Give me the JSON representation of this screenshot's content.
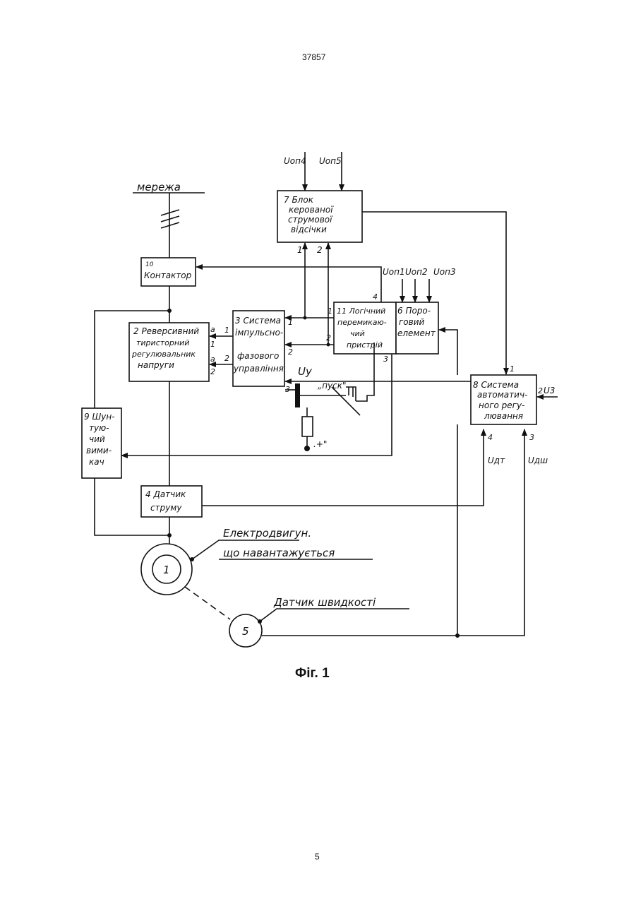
{
  "page": {
    "doc_number": "37857",
    "page_number": "5",
    "caption": "Фіг. 1"
  },
  "labels": {
    "network": "мережа",
    "motor_caption_1": "Електродвигун.",
    "motor_caption_2": "що навантажується",
    "speed_sensor_caption": "Датчик швидкості",
    "motor_number": "1",
    "speed_sensor_number": "5",
    "start_button": "„пуск\"",
    "plus_terminal": ".+\"",
    "u_y": "Uу",
    "u_dt": "Uдт",
    "u_dsh": "Uдш",
    "u3": "U3"
  },
  "blocks": {
    "b2": [
      "2 Реверсивний",
      "тиристорний",
      "регулювальник",
      "напруги"
    ],
    "b3": [
      "3 Система",
      "імпульсно-",
      "фазового",
      "управління"
    ],
    "b4": [
      "4 Датчик",
      "струму"
    ],
    "b6": [
      "6 Поро-",
      "говий",
      "елемент"
    ],
    "b7": [
      "7  Блок",
      "керованої",
      "струмової",
      "відсічки"
    ],
    "b8": [
      "8 Система",
      "автоматич-",
      "ного регу-",
      "лювання"
    ],
    "b9": [
      "9 Шун-",
      "тую-",
      "чий",
      "вими-",
      "кач"
    ],
    "b10": [
      "10",
      "Контактор"
    ],
    "b11": [
      "11 Логічний",
      "перемикаю-",
      "чий",
      "пристрій"
    ]
  },
  "signals": {
    "u_op4": "Uоп4",
    "u_op5": "Uоп5",
    "u_op1": "Uоп1",
    "u_op2": "Uоп2",
    "u_op3": "Uоп3"
  },
  "pins": {
    "b7_1": "1",
    "b7_2": "2",
    "b2_a1": "а",
    "b2_1": "1",
    "b2_a2": "а",
    "b2_2": "2",
    "b3_in1": "1",
    "b3_in2": "2",
    "b3_out1": "1",
    "b3_out2": "2",
    "b3_3": "3",
    "b11_1": "1",
    "b11_2": "2",
    "b11_3": "3",
    "b11_4": "4",
    "b8_1": "1",
    "b8_2": "2",
    "b8_3": "3",
    "b8_4": "4"
  }
}
